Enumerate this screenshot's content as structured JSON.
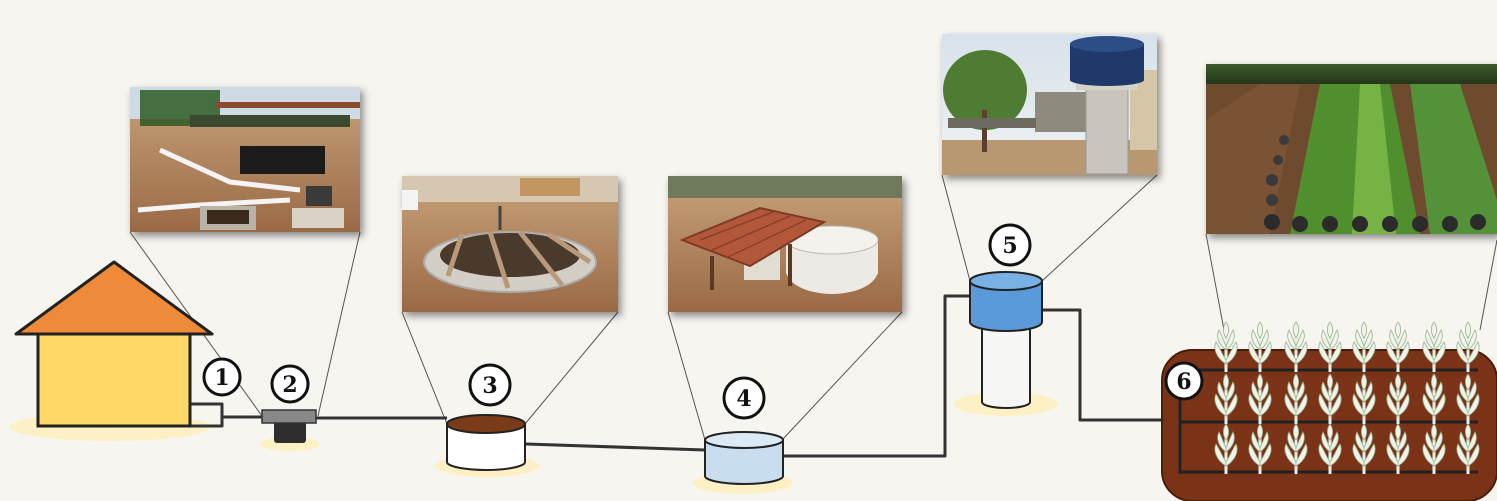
{
  "diagram": {
    "steps": [
      {
        "number": "1",
        "name": "house-outlet"
      },
      {
        "number": "2",
        "name": "inspection-box"
      },
      {
        "number": "3",
        "name": "first-tank"
      },
      {
        "number": "4",
        "name": "second-tank"
      },
      {
        "number": "5",
        "name": "elevated-reservoir"
      },
      {
        "number": "6",
        "name": "irrigated-garden"
      }
    ]
  },
  "colors": {
    "background": "#f7f5f0",
    "house_roof": "#ee8a3a",
    "house_wall": "#ffd867",
    "pipe": "#333333",
    "garden_soil": "#7b3318",
    "tank_blue_dark": "#5b9ad8",
    "tank_blue_light": "#c8def0",
    "ground_shadow": "#fdf0c4"
  }
}
